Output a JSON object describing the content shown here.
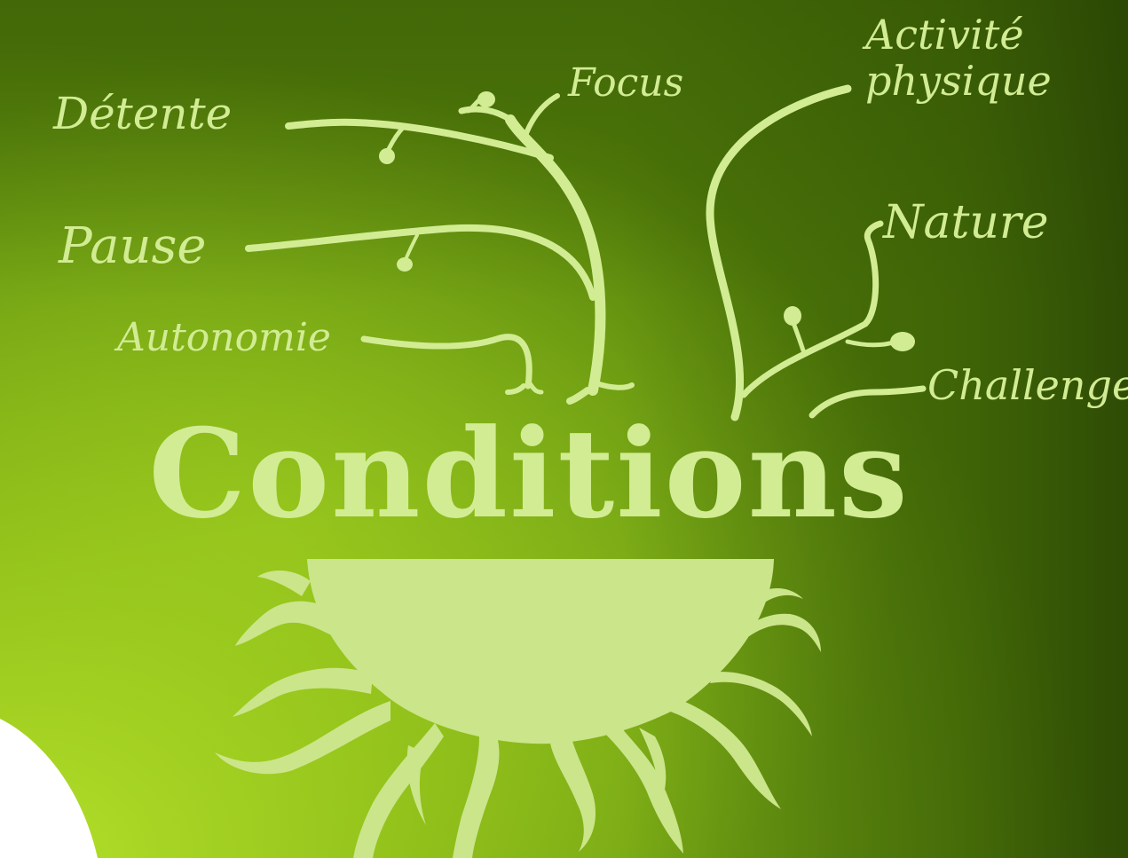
{
  "title": "Conditions",
  "branches": {
    "left": [
      "Détente",
      "Focus",
      "Pause",
      "Autonomie"
    ],
    "right": [
      "Activité physique",
      "Nature",
      "Challenge"
    ]
  },
  "colors": {
    "background_light": "#a6d41f",
    "background_mid": "#74a414",
    "background_dark": "#355505",
    "ink": "#d2ec94",
    "pot": "#cbe58b",
    "white_corner": "#ffffff"
  }
}
